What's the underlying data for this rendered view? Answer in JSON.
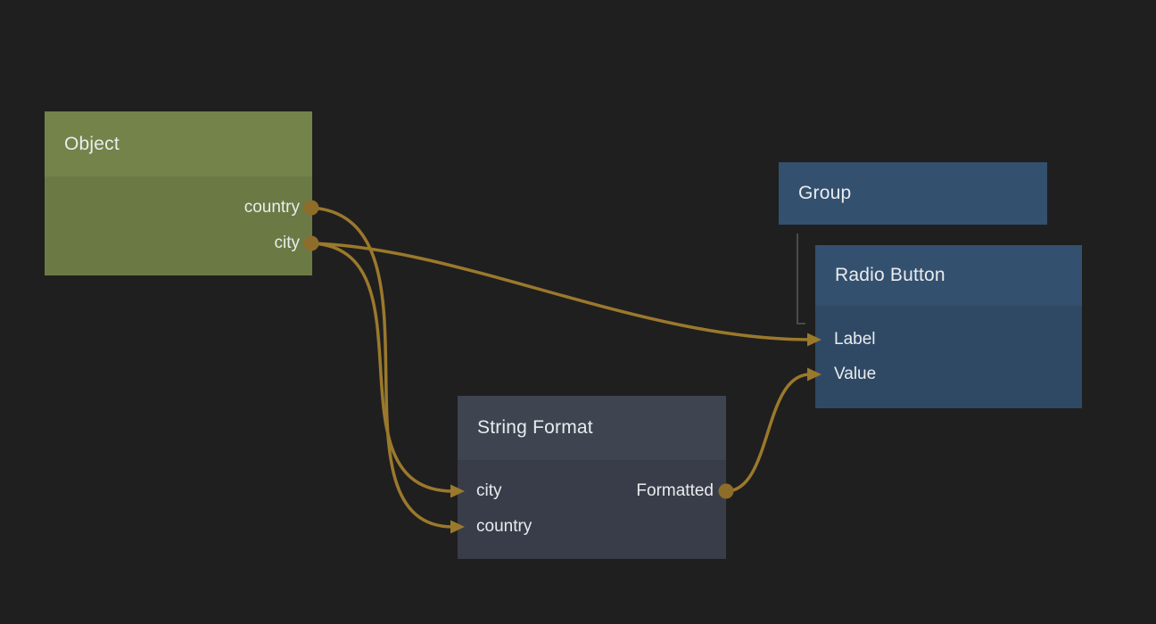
{
  "canvas": {
    "background_color": "#201f1f",
    "wire_color": "#9b792c",
    "port_dot_color": "#8d6d29",
    "arrow_color": "#9b792c",
    "group_link_color": "#4b4b4b",
    "text_color": "#e9ecee"
  },
  "nodes": {
    "object": {
      "title": "Object",
      "header_color": "#738349",
      "body_color": "#6b7a44",
      "outputs": [
        "country",
        "city"
      ]
    },
    "group": {
      "title": "Group",
      "header_color": "#33506e"
    },
    "radio_button": {
      "title": "Radio Button",
      "header_color": "#33506e",
      "body_color": "#2f4965",
      "inputs": [
        "Label",
        "Value"
      ]
    },
    "string_format": {
      "title": "String Format",
      "header_color": "#3e4450",
      "body_color": "#393d49",
      "inputs": [
        "city",
        "country"
      ],
      "outputs": [
        "Formatted"
      ]
    }
  },
  "connections": [
    {
      "from": "Object.country",
      "to": "String Format.country"
    },
    {
      "from": "Object.city",
      "to": "String Format.city"
    },
    {
      "from": "Object.city",
      "to": "Radio Button.Label"
    },
    {
      "from": "String Format.Formatted",
      "to": "Radio Button.Value"
    }
  ],
  "group_link": {
    "from": "Group",
    "to": "Radio Button"
  }
}
